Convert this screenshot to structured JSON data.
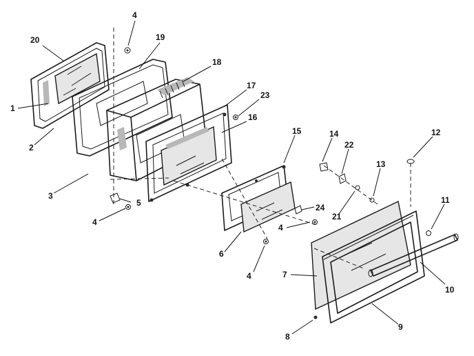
{
  "callouts": [
    {
      "id": "c20a",
      "label": "20"
    },
    {
      "id": "c4a",
      "label": "4"
    },
    {
      "id": "c19",
      "label": "19"
    },
    {
      "id": "c18",
      "label": "18"
    },
    {
      "id": "c17",
      "label": "17"
    },
    {
      "id": "c23",
      "label": "23"
    },
    {
      "id": "c16",
      "label": "16"
    },
    {
      "id": "c1",
      "label": "1"
    },
    {
      "id": "c2",
      "label": "2"
    },
    {
      "id": "c3",
      "label": "3"
    },
    {
      "id": "c5",
      "label": "5"
    },
    {
      "id": "c4b",
      "label": "4"
    },
    {
      "id": "c15",
      "label": "15"
    },
    {
      "id": "c14",
      "label": "14"
    },
    {
      "id": "c22",
      "label": "22"
    },
    {
      "id": "c12",
      "label": "12"
    },
    {
      "id": "c13",
      "label": "13"
    },
    {
      "id": "c24",
      "label": "24"
    },
    {
      "id": "c4c",
      "label": "4"
    },
    {
      "id": "c21",
      "label": "21"
    },
    {
      "id": "c11",
      "label": "11"
    },
    {
      "id": "c6",
      "label": "6"
    },
    {
      "id": "c4d",
      "label": "4"
    },
    {
      "id": "c7",
      "label": "7"
    },
    {
      "id": "c10",
      "label": "10"
    },
    {
      "id": "c9",
      "label": "9"
    },
    {
      "id": "c8",
      "label": "8"
    }
  ]
}
